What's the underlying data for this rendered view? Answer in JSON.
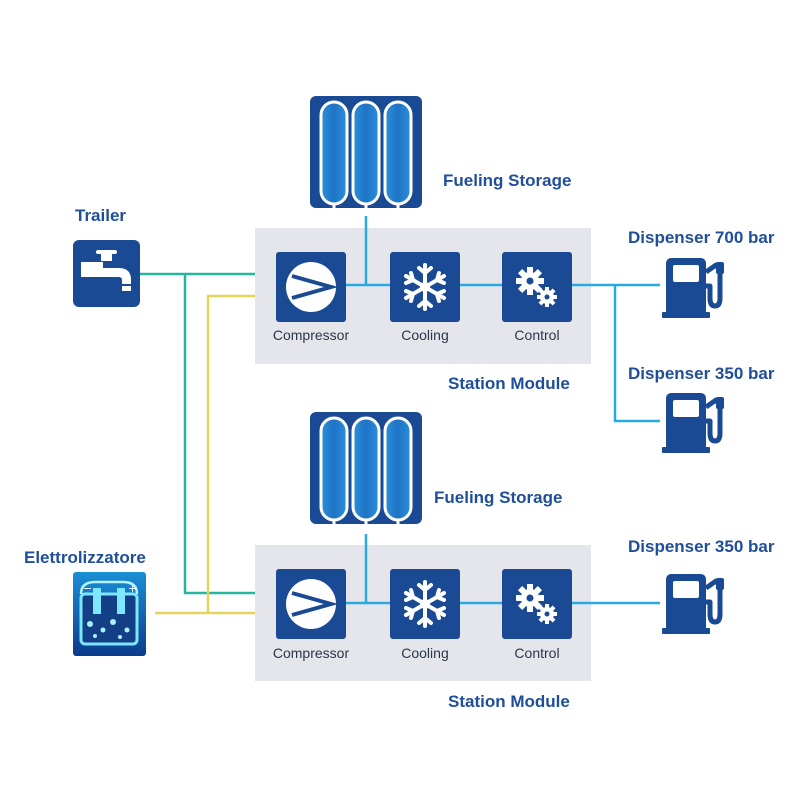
{
  "colors": {
    "primary": "#1a4a93",
    "accent_blue": "#29a9e1",
    "trailer_line": "#27b5a0",
    "electrolyzer_line": "#e1d659",
    "module_bg": "#e4e6ec",
    "label": "#1f4e9a"
  },
  "sources": {
    "trailer": {
      "label": "Trailer",
      "icon": "faucet-icon"
    },
    "electrolyzer": {
      "label": "Elettrolizzatore",
      "icon": "electrolyzer-icon"
    }
  },
  "stations": [
    {
      "storage_label": "Fueling Storage",
      "module_label": "Station Module",
      "units": [
        {
          "label": "Compressor",
          "icon": "compressor-icon"
        },
        {
          "label": "Cooling",
          "icon": "snowflake-icon"
        },
        {
          "label": "Control",
          "icon": "gears-icon"
        }
      ],
      "dispensers": [
        {
          "label": "Dispenser 700 bar",
          "icon": "fuel-pump-icon"
        },
        {
          "label": "Dispenser 350 bar",
          "icon": "fuel-pump-icon"
        }
      ]
    },
    {
      "storage_label": "Fueling Storage",
      "module_label": "Station Module",
      "units": [
        {
          "label": "Compressor",
          "icon": "compressor-icon"
        },
        {
          "label": "Cooling",
          "icon": "snowflake-icon"
        },
        {
          "label": "Control",
          "icon": "gears-icon"
        }
      ],
      "dispensers": [
        {
          "label": "Dispenser 350 bar",
          "icon": "fuel-pump-icon"
        }
      ]
    }
  ]
}
